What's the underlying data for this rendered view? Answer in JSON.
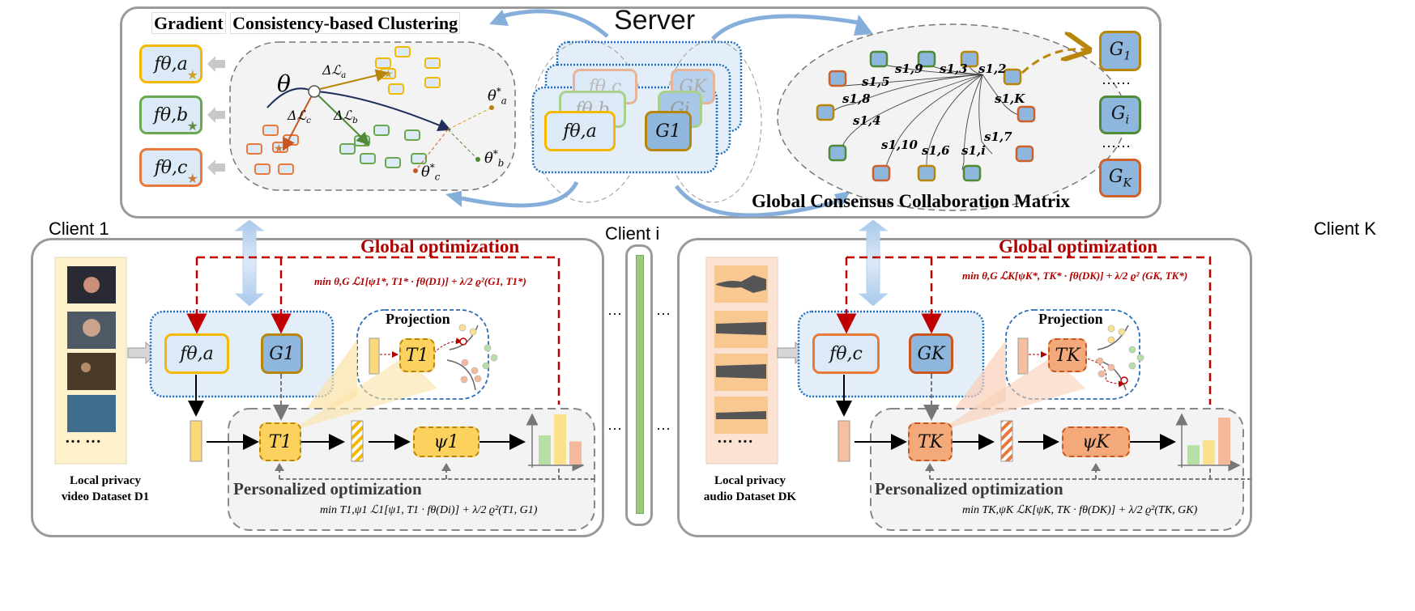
{
  "server": {
    "title": "Server",
    "clustering_title_part1": "Gradient",
    "clustering_title_part2": "Consistency-based Clustering",
    "cluster_models": [
      {
        "label": "fθ,a",
        "color": "#f5b800"
      },
      {
        "label": "fθ,b",
        "color": "#6aa84f"
      },
      {
        "label": "fθ,c",
        "color": "#e8793a"
      }
    ],
    "theta_label": "θ",
    "gradient_labels": [
      "ΔℒA",
      "ΔℒB",
      "ΔℒC"
    ],
    "delta_a": "Δℒ",
    "delta_a_sub": "a",
    "delta_b": "Δℒ",
    "delta_b_sub": "b",
    "delta_c": "Δℒ",
    "delta_c_sub": "c",
    "optima": [
      {
        "label": "θ",
        "sub": "a",
        "sup": "*"
      },
      {
        "label": "θ",
        "sub": "b",
        "sup": "*"
      },
      {
        "label": "θ",
        "sub": "c",
        "sup": "*"
      }
    ],
    "stack_front_f": "fθ,a",
    "stack_mid_f": "fθ,b",
    "stack_back_f": "fθ,c",
    "stack_front_g": "G1",
    "stack_mid_g": "Gi",
    "stack_back_g": "GK",
    "matrix_title": "Global Consensus Collaboration Matrix",
    "similarity_labels": [
      "s1,9",
      "s1,3",
      "s1,2",
      "s1,5",
      "s1,8",
      "s1,4",
      "s1,K",
      "s1,10",
      "s1,6",
      "s1,i",
      "s1,7"
    ],
    "global_groups": [
      {
        "label": "G",
        "sub": "1",
        "color": "#b8860b"
      },
      {
        "label": "G",
        "sub": "i",
        "color": "#4f8a35"
      },
      {
        "label": "G",
        "sub": "K",
        "color": "#d0602a"
      }
    ],
    "ellipsis": "……"
  },
  "clients": [
    {
      "name": "Client 1",
      "global_opt_title": "Global optimization",
      "global_opt_formula": "min θ,G ℒ1[ψ1*, T1* · fθ(D1)] + λ/2 ϱ²(G1, T1*)",
      "f_label": "fθ,a",
      "g_label": "G1",
      "projection_title": "Projection",
      "t_label": "T1",
      "psi_label": "ψ1",
      "personal_opt_title": "Personalized optimization",
      "personal_opt_formula": "min T1,ψ1 ℒ1[ψ1, T1 · fθ(Di)] + λ/2 ϱ²(T1, G1)",
      "dataset_line1": "Local privacy",
      "dataset_line2": "video Dataset D1",
      "dataset_type": "video",
      "dataset_more": "··· ···",
      "output_bars": [
        0.58,
        1.0,
        0.46
      ]
    },
    {
      "name": "Client i",
      "ellipsis": "···"
    },
    {
      "name": "Client K",
      "global_opt_title": "Global optimization",
      "global_opt_formula": "min θ,G ℒK[ψK*, TK* · fθ(DK)] + λ/2 ϱ² (GK, TK*)",
      "f_label": "fθ,c",
      "g_label": "GK",
      "projection_title": "Projection",
      "t_label": "TK",
      "psi_label": "ψK",
      "personal_opt_title": "Personalized optimization",
      "personal_opt_formula": "min TK,ψK ℒK[ψK, TK · fθ(DK)] + λ/2 ϱ²(TK, GK)",
      "dataset_line1": "Local privacy",
      "dataset_line2": "audio Dataset DK",
      "dataset_type": "audio",
      "dataset_more": "··· ···",
      "output_bars": [
        0.41,
        0.52,
        1.0
      ]
    }
  ],
  "colors": {
    "cluster_a": "#f5b800",
    "cluster_b": "#6aa84f",
    "cluster_c": "#e8793a",
    "global_opt": "#b00000",
    "box_fill": "#dce9f7",
    "g_fill": "#8fb7de",
    "arrow_blue": "#7fa8d6"
  }
}
